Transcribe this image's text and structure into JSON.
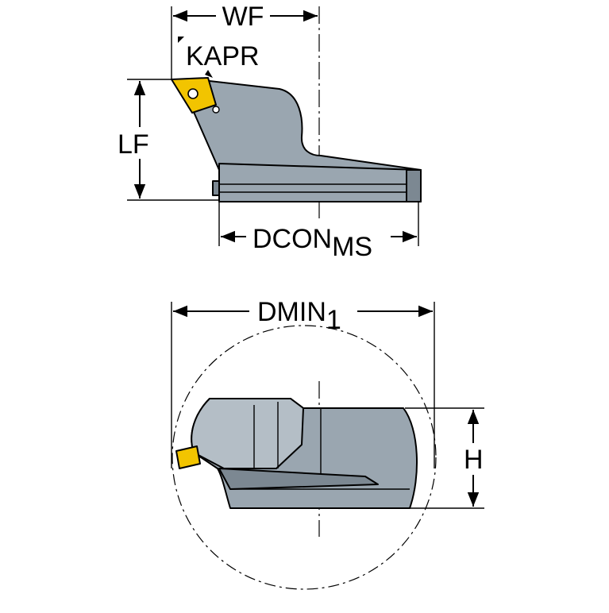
{
  "labels": {
    "wf": "WF",
    "kapr": "KAPR",
    "lf": "LF",
    "dcon": "DCON",
    "dcon_sub": "MS",
    "dmin": "DMIN",
    "dmin_sub": "1",
    "h": "H"
  },
  "colors": {
    "body": "#9aa6b0",
    "body_dark": "#7c8892",
    "body_light": "#b4bec6",
    "insert": "#f2c400",
    "line": "#000000"
  }
}
